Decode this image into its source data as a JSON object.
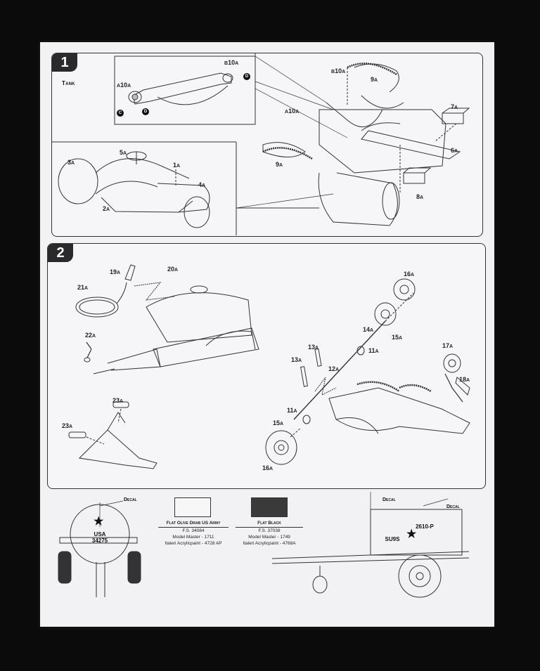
{
  "step1": {
    "number": "1",
    "title": "Tank",
    "callouts": [
      "C",
      "D",
      "D"
    ],
    "parts": {
      "p10a_top": "10",
      "p10a_left": "10",
      "p10a_mid": "10",
      "p9a_a": "9",
      "p9a_b": "9",
      "p7a": "7",
      "p6a": "6",
      "p8a": "8",
      "p5a": "5",
      "p3a": "3",
      "p1a": "1",
      "p4a": "4",
      "p2a": "2"
    },
    "prefix_b": "B",
    "prefix_a": "A",
    "suffix": "A"
  },
  "step2": {
    "number": "2",
    "parts": {
      "p19": "19",
      "p20": "20",
      "p21": "21",
      "p22": "22",
      "p23a": "23",
      "p23b": "23",
      "p16a": "16",
      "p16b": "16",
      "p14": "14",
      "p15a": "15",
      "p15b": "15",
      "p13a": "13",
      "p13b": "13",
      "p11a": "11",
      "p11b": "11",
      "p12": "12",
      "p17": "17",
      "p18": "18"
    },
    "suffix": "A"
  },
  "paints": [
    {
      "name": "Flat Olive Drab US Army",
      "fs": "F.S. 34084",
      "mm": "Model Master - 1711",
      "italeri": "Italeri Acrylicpaint - 4728 AP",
      "color": "#f7f7f7"
    },
    {
      "name": "Flat Black",
      "fs": "F.S. 37038",
      "mm": "Model Master - 1749",
      "italeri": "Italeri Acrylicpaint - 4768A",
      "color": "#3a3a3a"
    }
  ],
  "decals": {
    "label": "Decal",
    "front_text_1": "USA",
    "front_text_2": "34275",
    "side_text_1": "2610-P",
    "side_text_2": "SU9S"
  }
}
